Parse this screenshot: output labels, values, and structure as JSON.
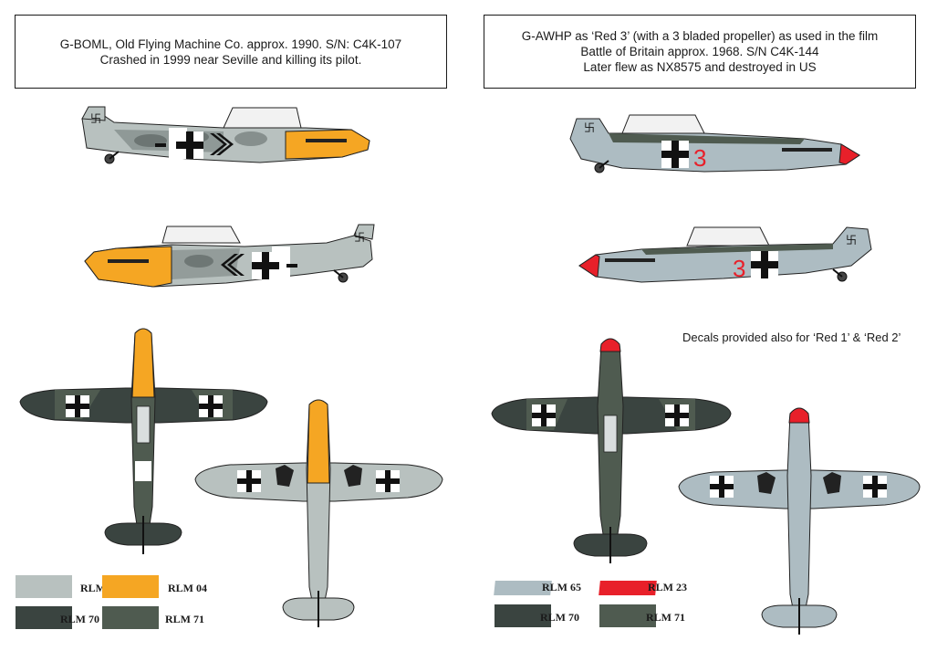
{
  "left": {
    "caption": [
      "G-BOML, Old Flying Machine Co. approx. 1990. S/N: C4K-107",
      "Crashed in 1999 near Seville and killing its pilot."
    ],
    "legend": [
      {
        "label": "RLM 76",
        "color": "#b8c1bf"
      },
      {
        "label": "RLM 04",
        "color": "#f5a623"
      },
      {
        "label": "RLM 70",
        "color": "#3a4440"
      },
      {
        "label": "RLM 71",
        "color": "#4f5b50"
      }
    ]
  },
  "right": {
    "caption": [
      "G-AWHP as ‘Red 3’ (with a 3 bladed propeller) as used in the film",
      "Battle of Britain approx. 1968. S/N C4K-144",
      "Later flew as NX8575 and destroyed in US"
    ],
    "note": "Decals provided also for  ‘Red 1’ & ‘Red 2’",
    "legend": [
      {
        "label": "RLM 65",
        "color": "#adbcc2"
      },
      {
        "label": "RLM 23",
        "color": "#e8202a"
      },
      {
        "label": "RLM 70",
        "color": "#3a4440"
      },
      {
        "label": "RLM 71",
        "color": "#4f5b50"
      }
    ],
    "fuselage_code": "3"
  }
}
